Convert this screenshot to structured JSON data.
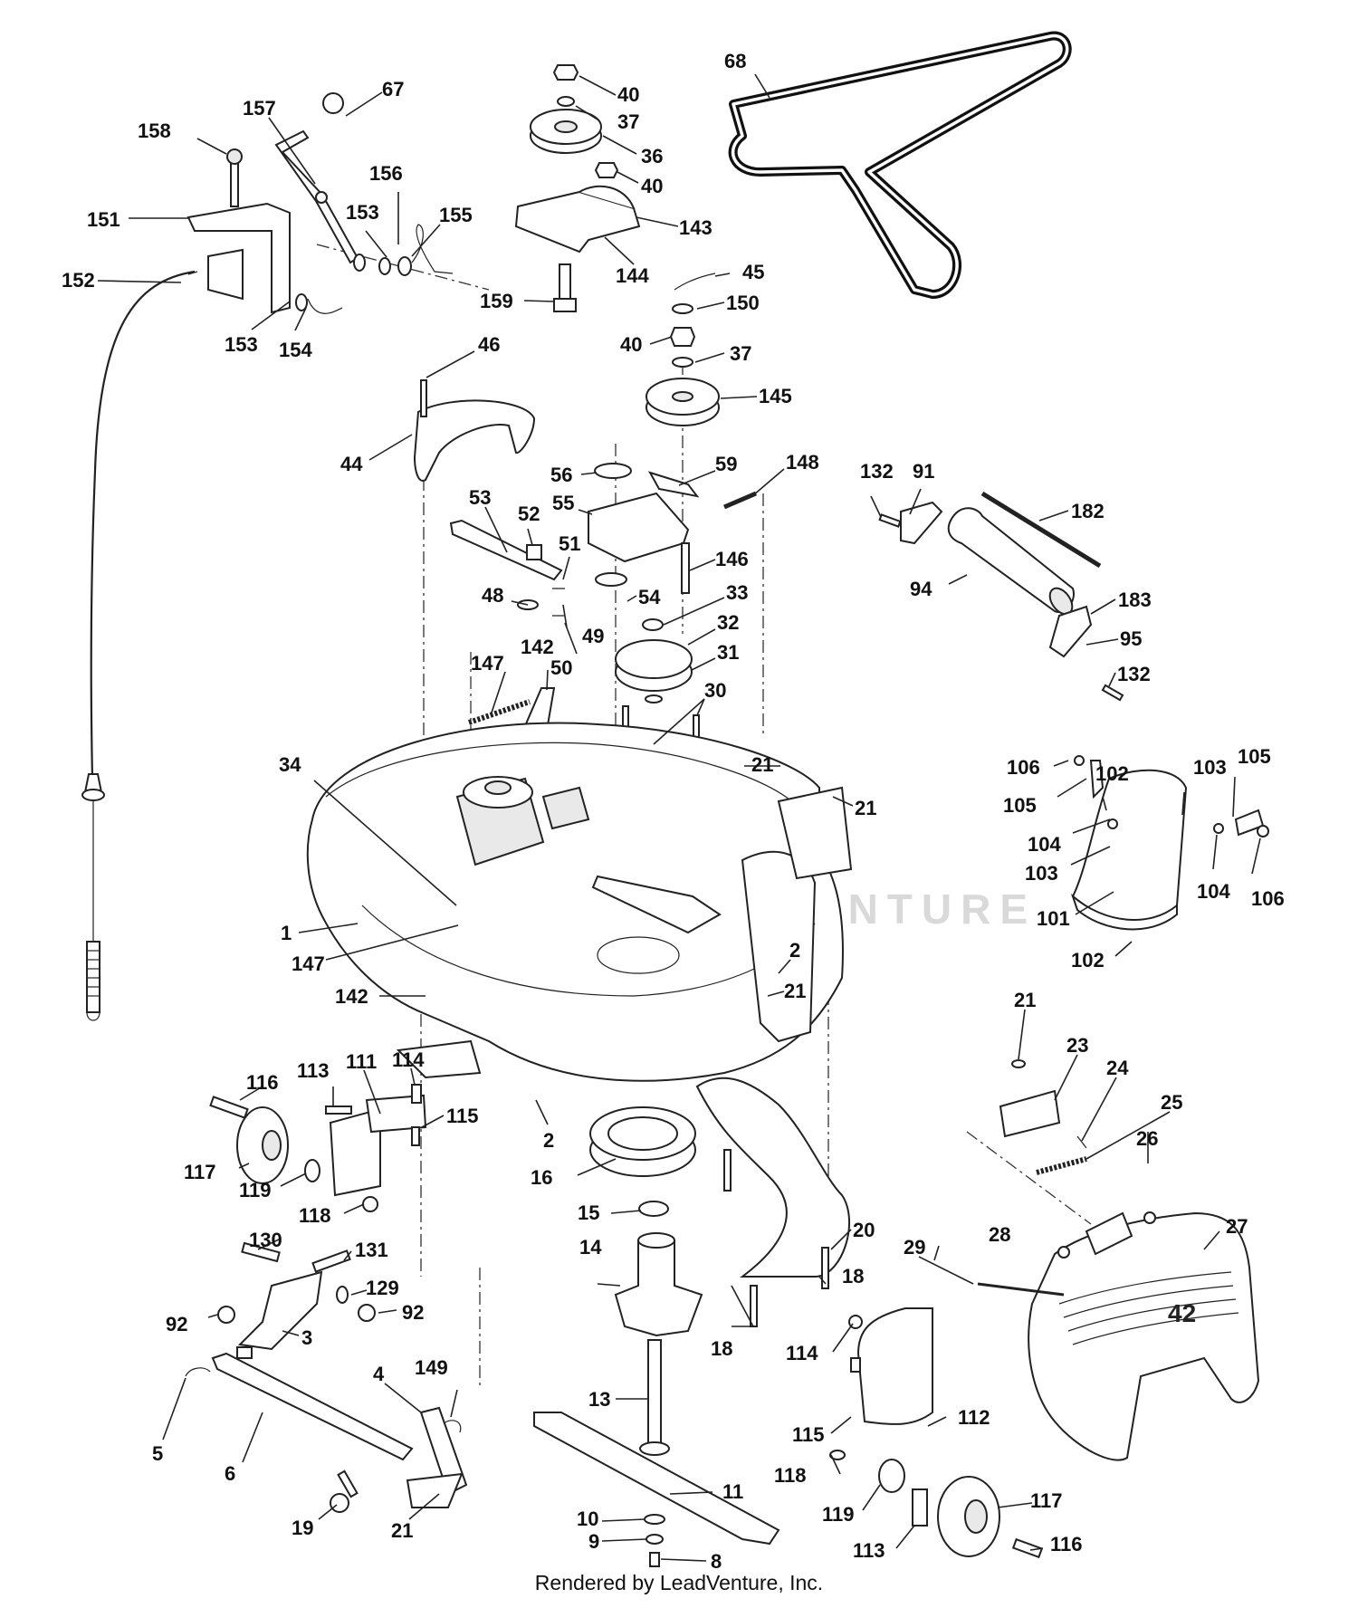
{
  "footer": "Rendered by LeadVenture, Inc.",
  "watermark": "LEADVENTURE",
  "callouts": [
    {
      "id": "c67",
      "text": "67"
    },
    {
      "id": "c157",
      "text": "157"
    },
    {
      "id": "c158",
      "text": "158"
    },
    {
      "id": "c156",
      "text": "156"
    },
    {
      "id": "c151",
      "text": "151"
    },
    {
      "id": "c153a",
      "text": "153"
    },
    {
      "id": "c155",
      "text": "155"
    },
    {
      "id": "c152",
      "text": "152"
    },
    {
      "id": "c153b",
      "text": "153"
    },
    {
      "id": "c154",
      "text": "154"
    },
    {
      "id": "c40a",
      "text": "40"
    },
    {
      "id": "c37a",
      "text": "37"
    },
    {
      "id": "c36",
      "text": "36"
    },
    {
      "id": "c40b",
      "text": "40"
    },
    {
      "id": "c143",
      "text": "143"
    },
    {
      "id": "c144",
      "text": "144"
    },
    {
      "id": "c159",
      "text": "159"
    },
    {
      "id": "c68",
      "text": "68"
    },
    {
      "id": "c45",
      "text": "45"
    },
    {
      "id": "c150",
      "text": "150"
    },
    {
      "id": "c40c",
      "text": "40"
    },
    {
      "id": "c37b",
      "text": "37"
    },
    {
      "id": "c145",
      "text": "145"
    },
    {
      "id": "c46",
      "text": "46"
    },
    {
      "id": "c44",
      "text": "44"
    },
    {
      "id": "c56",
      "text": "56"
    },
    {
      "id": "c59",
      "text": "59"
    },
    {
      "id": "c148",
      "text": "148"
    },
    {
      "id": "c53",
      "text": "53"
    },
    {
      "id": "c52",
      "text": "52"
    },
    {
      "id": "c55",
      "text": "55"
    },
    {
      "id": "c51",
      "text": "51"
    },
    {
      "id": "c146",
      "text": "146"
    },
    {
      "id": "c48",
      "text": "48"
    },
    {
      "id": "c54",
      "text": "54"
    },
    {
      "id": "c33",
      "text": "33"
    },
    {
      "id": "c32",
      "text": "32"
    },
    {
      "id": "c49",
      "text": "49"
    },
    {
      "id": "c50",
      "text": "50"
    },
    {
      "id": "c31",
      "text": "31"
    },
    {
      "id": "c147a",
      "text": "147"
    },
    {
      "id": "c142a",
      "text": "142"
    },
    {
      "id": "c30",
      "text": "30"
    },
    {
      "id": "c34",
      "text": "34"
    },
    {
      "id": "c21a",
      "text": "21"
    },
    {
      "id": "c21b",
      "text": "21"
    },
    {
      "id": "c132a",
      "text": "132"
    },
    {
      "id": "c91",
      "text": "91"
    },
    {
      "id": "c182",
      "text": "182"
    },
    {
      "id": "c94",
      "text": "94"
    },
    {
      "id": "c183",
      "text": "183"
    },
    {
      "id": "c95",
      "text": "95"
    },
    {
      "id": "c132b",
      "text": "132"
    },
    {
      "id": "c106a",
      "text": "106"
    },
    {
      "id": "c102a",
      "text": "102"
    },
    {
      "id": "c103a",
      "text": "103"
    },
    {
      "id": "c105a",
      "text": "105"
    },
    {
      "id": "c105b",
      "text": "105"
    },
    {
      "id": "c104a",
      "text": "104"
    },
    {
      "id": "c103b",
      "text": "103"
    },
    {
      "id": "c104b",
      "text": "104"
    },
    {
      "id": "c106b",
      "text": "106"
    },
    {
      "id": "c101",
      "text": "101"
    },
    {
      "id": "c102b",
      "text": "102"
    },
    {
      "id": "c1",
      "text": "1"
    },
    {
      "id": "c147b",
      "text": "147"
    },
    {
      "id": "c2a",
      "text": "2"
    },
    {
      "id": "c21c",
      "text": "21"
    },
    {
      "id": "c142b",
      "text": "142"
    },
    {
      "id": "c21d",
      "text": "21"
    },
    {
      "id": "c23",
      "text": "23"
    },
    {
      "id": "c24",
      "text": "24"
    },
    {
      "id": "c25",
      "text": "25"
    },
    {
      "id": "c116a",
      "text": "116"
    },
    {
      "id": "c113a",
      "text": "113"
    },
    {
      "id": "c111",
      "text": "111"
    },
    {
      "id": "c114a",
      "text": "114"
    },
    {
      "id": "c115a",
      "text": "115"
    },
    {
      "id": "c2b",
      "text": "2"
    },
    {
      "id": "c117a",
      "text": "117"
    },
    {
      "id": "c119a",
      "text": "119"
    },
    {
      "id": "c16",
      "text": "16"
    },
    {
      "id": "c118a",
      "text": "118"
    },
    {
      "id": "c15",
      "text": "15"
    },
    {
      "id": "c26",
      "text": "26"
    },
    {
      "id": "c27",
      "text": "27"
    },
    {
      "id": "c130",
      "text": "130"
    },
    {
      "id": "c131",
      "text": "131"
    },
    {
      "id": "c20",
      "text": "20"
    },
    {
      "id": "c28",
      "text": "28"
    },
    {
      "id": "c29",
      "text": "29"
    },
    {
      "id": "c14",
      "text": "14"
    },
    {
      "id": "c129",
      "text": "129"
    },
    {
      "id": "c92a",
      "text": "92"
    },
    {
      "id": "c92b",
      "text": "92"
    },
    {
      "id": "c18a",
      "text": "18"
    },
    {
      "id": "c3",
      "text": "3"
    },
    {
      "id": "c18b",
      "text": "18"
    },
    {
      "id": "c114b",
      "text": "114"
    },
    {
      "id": "c4",
      "text": "4"
    },
    {
      "id": "c149",
      "text": "149"
    },
    {
      "id": "c13",
      "text": "13"
    },
    {
      "id": "c112",
      "text": "112"
    },
    {
      "id": "c115b",
      "text": "115"
    },
    {
      "id": "c5",
      "text": "5"
    },
    {
      "id": "c6",
      "text": "6"
    },
    {
      "id": "c118b",
      "text": "118"
    },
    {
      "id": "c11",
      "text": "11"
    },
    {
      "id": "c117b",
      "text": "117"
    },
    {
      "id": "c119b",
      "text": "119"
    },
    {
      "id": "c19",
      "text": "19"
    },
    {
      "id": "c21e",
      "text": "21"
    },
    {
      "id": "c10",
      "text": "10"
    },
    {
      "id": "c9",
      "text": "9"
    },
    {
      "id": "c113b",
      "text": "113"
    },
    {
      "id": "c116b",
      "text": "116"
    },
    {
      "id": "c8",
      "text": "8"
    }
  ]
}
